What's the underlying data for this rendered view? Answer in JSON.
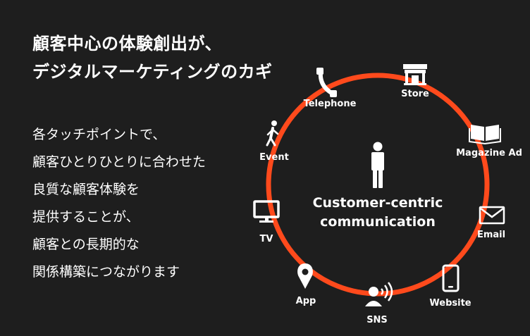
{
  "headline": {
    "line1": "顧客中心の体験創出が、",
    "line2": "デジタルマーケティングのカギ"
  },
  "body": {
    "lines": [
      "各タッチポイントで、",
      "顧客ひとりひとりに合わせた",
      "良質な顧客体験を",
      "提供することが、",
      "顧客との長期的な",
      "関係構築につながります"
    ]
  },
  "center": {
    "icon": "person-icon",
    "line1": "Customer-centric",
    "line2": "communication"
  },
  "touchpoints": {
    "telephone": {
      "label": "Telephone",
      "icon": "telephone-icon"
    },
    "store": {
      "label": "Store",
      "icon": "store-icon"
    },
    "magazine": {
      "label": "Magazine Ad",
      "icon": "magazine-icon"
    },
    "email": {
      "label": "Email",
      "icon": "email-icon"
    },
    "website": {
      "label": "Website",
      "icon": "smartphone-icon"
    },
    "sns": {
      "label": "SNS",
      "icon": "sns-user-icon"
    },
    "app": {
      "label": "App",
      "icon": "map-pin-icon"
    },
    "tv": {
      "label": "TV",
      "icon": "tv-icon"
    },
    "event": {
      "label": "Event",
      "icon": "walking-person-icon"
    }
  },
  "colors": {
    "background": "#1e1e1e",
    "ring": "#ff4a1c",
    "text": "#ffffff"
  }
}
